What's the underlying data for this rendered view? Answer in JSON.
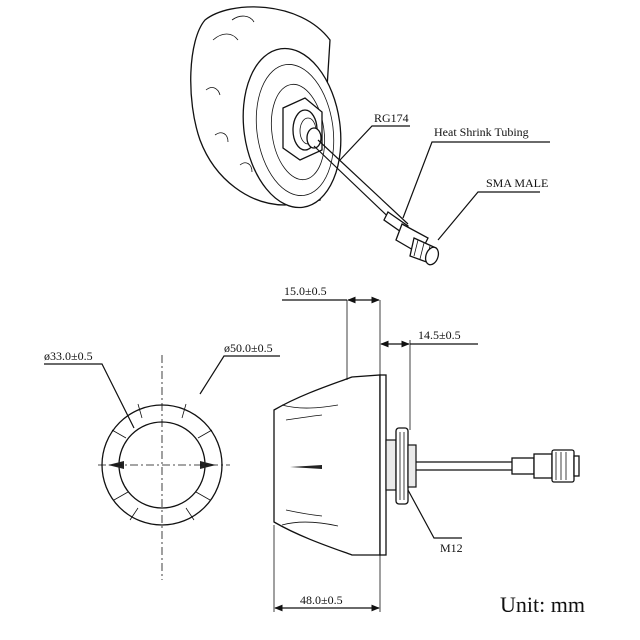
{
  "labels": {
    "cable": "RG174",
    "heat_shrink": "Heat Shrink Tubing",
    "connector": "SMA MALE",
    "dim_15": "15.0±0.5",
    "dim_14_5": "14.5±0.5",
    "dim_33": "ø33.0±0.5",
    "dim_50": "ø50.0±0.5",
    "thread": "M12",
    "dim_48": "48.0±0.5",
    "unit": "Unit: mm"
  }
}
